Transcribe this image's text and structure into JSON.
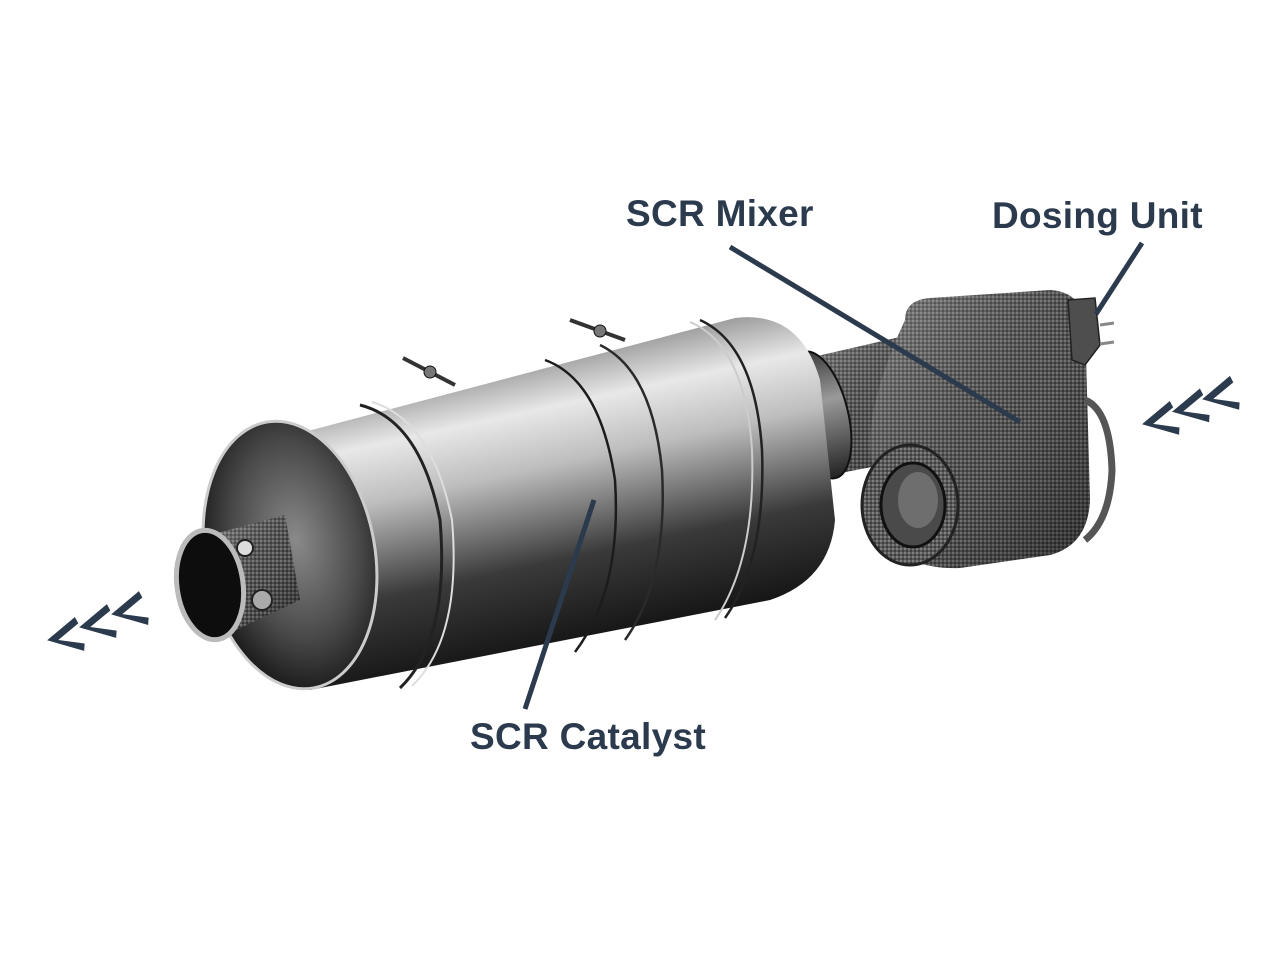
{
  "diagram": {
    "subject": "SCR exhaust aftertreatment system",
    "labels": {
      "scr_mixer": "SCR Mixer",
      "dosing_unit": "Dosing Unit",
      "scr_catalyst": "SCR Catalyst"
    },
    "flow_arrows": {
      "inlet": "<<<",
      "outlet": "<<<"
    },
    "colors": {
      "label_text": "#2b3a4d",
      "leader_line": "#2b3a4d",
      "background": "#ffffff"
    }
  }
}
